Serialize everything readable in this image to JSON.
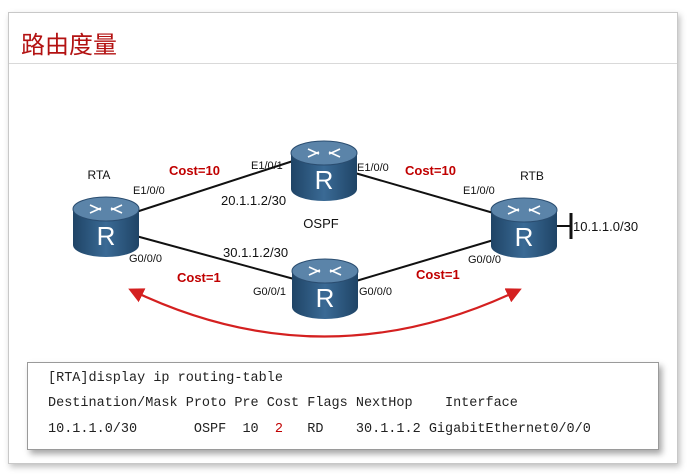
{
  "title": "路由度量",
  "routers": {
    "rta": {
      "name": "RTA",
      "glyph": "R"
    },
    "rtb": {
      "name": "RTB",
      "glyph": "R"
    },
    "top": {
      "glyph": "R"
    },
    "bottom": {
      "glyph": "R"
    }
  },
  "protocol_label": "OSPF",
  "links": {
    "rta_top": {
      "cost": "Cost=10",
      "rta_iface": "E1/0/0",
      "top_iface": "E1/0/1",
      "network": "20.1.1.2/30"
    },
    "top_rtb": {
      "cost": "Cost=10",
      "top_iface": "E1/0/0",
      "rtb_iface": "E1/0/0"
    },
    "rta_bottom": {
      "cost": "Cost=1",
      "rta_iface": "G0/0/0",
      "bottom_iface": "G0/0/1",
      "network": "30.1.1.2/30"
    },
    "bottom_rtb": {
      "cost": "Cost=1",
      "bottom_iface": "G0/0/0",
      "rtb_iface": "G0/0/0"
    }
  },
  "rtb_network": "10.1.1.0/30",
  "console": {
    "command": "[RTA]display ip routing-table",
    "header": "Destination/Mask Proto Pre Cost Flags NextHop    Interface",
    "row": {
      "destination": "10.1.1.0/30",
      "proto": "OSPF",
      "pre": "10",
      "cost": "2",
      "flags": "RD",
      "nexthop": "30.1.1.2",
      "interface": "GigabitEthernet0/0/0"
    }
  },
  "colors": {
    "title": "#b31212",
    "cost": "#c00000",
    "router_top": "#5b84a9",
    "router_body": "#2d5377"
  }
}
